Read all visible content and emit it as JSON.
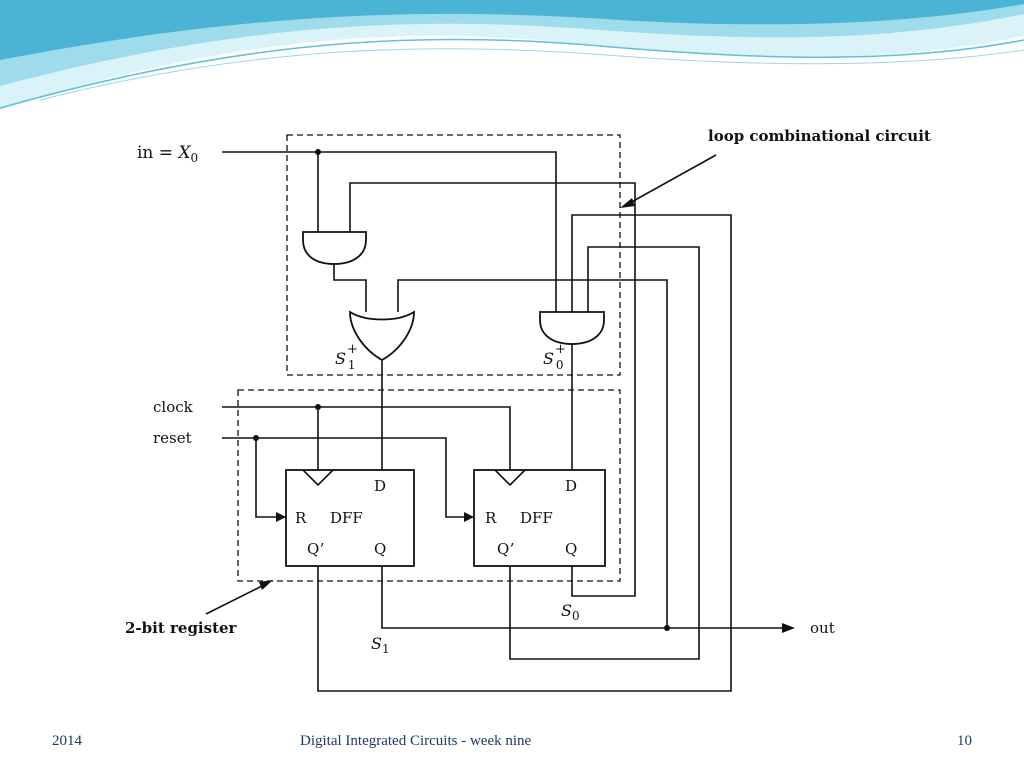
{
  "slide": {
    "footer_year": "2014",
    "footer_title": "Digital Integrated Circuits - week nine",
    "page_number": "10"
  },
  "diagram": {
    "input_label_prefix": "in = ",
    "input_var": "X",
    "input_sub": "0",
    "loop_label": "loop combinational circuit",
    "register_label": "2-bit register",
    "clock_label": "clock",
    "reset_label": "reset",
    "output_label": "out",
    "s1_next": {
      "base": "S",
      "sub": "1",
      "sup": "+"
    },
    "s0_next": {
      "base": "S",
      "sub": "0",
      "sup": "+"
    },
    "s1": {
      "base": "S",
      "sub": "1"
    },
    "s0": {
      "base": "S",
      "sub": "0"
    },
    "dff": {
      "d": "D",
      "r": "R",
      "name": "DFF",
      "qbar": "Q’",
      "q": "Q"
    }
  },
  "colors": {
    "background": "#ffffff",
    "wave_light": "#bfe9f2",
    "wave_mid": "#7fd3e6",
    "wave_dark": "#1e8fb3",
    "footer_text": "#1a3b60",
    "ink": "#111111"
  }
}
